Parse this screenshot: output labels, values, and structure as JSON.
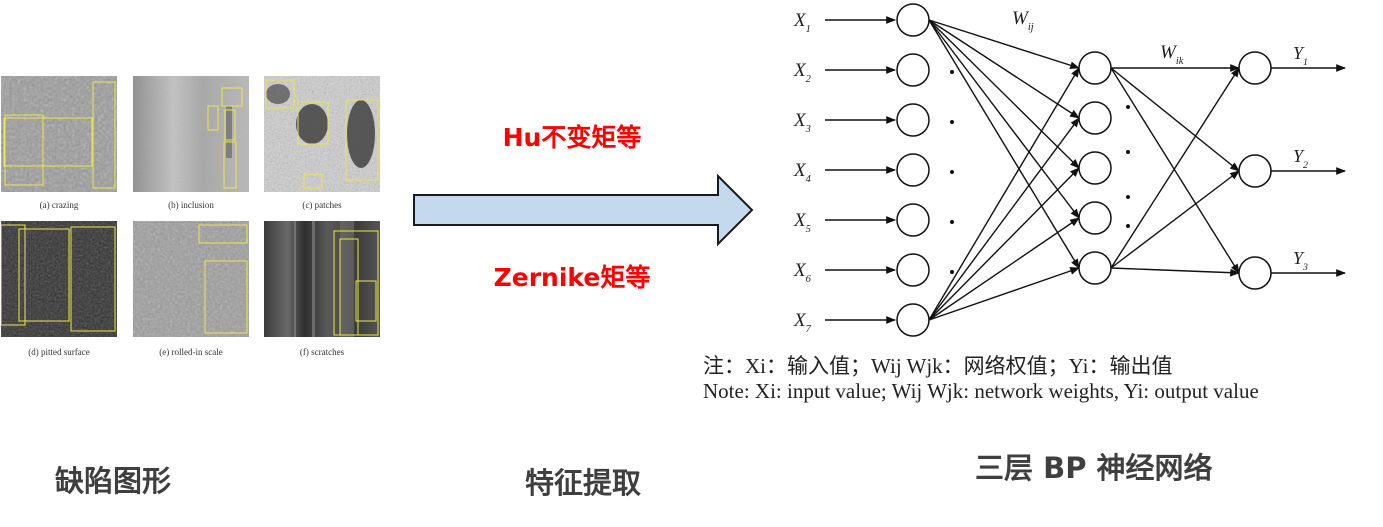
{
  "defects": {
    "title": "缺陷图形",
    "captions": [
      "(a) crazing",
      "(b) inclusion",
      "(c) patches",
      "(d) pitted surface",
      "(e) rolled-in scale",
      "(f) scratches"
    ]
  },
  "feature": {
    "method1": "Hu不变矩等",
    "method2": "Zernike矩等",
    "title": "特征提取"
  },
  "network": {
    "title": "三层 BP 神经网络",
    "inputs": [
      "X1",
      "X2",
      "X3",
      "X4",
      "X5",
      "X6",
      "X7"
    ],
    "outputs": [
      "Y1",
      "Y2",
      "Y3"
    ],
    "weight_ij": "Wij",
    "weight_ik": "Wik",
    "note_cn": "注：Xi：输入值；Wij Wjk：网络权值；Yi：输出值",
    "note_en": "Note: Xi: input value; Wij Wjk: network weights, Yi: output value"
  },
  "colors": {
    "arrow_fill": "#c5d9ee",
    "arrow_stroke": "#1a1a1a",
    "feature_text": "#ff0000",
    "title_text": "#3f3f3f",
    "box_yellow": "#e8e84a"
  }
}
